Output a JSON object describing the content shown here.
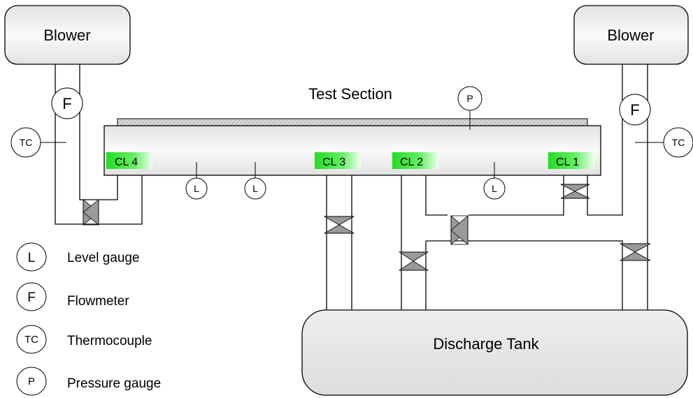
{
  "components": {
    "blower_left": "Blower",
    "blower_right": "Blower",
    "test_section": "Test Section",
    "discharge_tank": "Discharge Tank"
  },
  "instruments": {
    "flowmeter_symbol": "F",
    "thermocouple_symbol": "TC",
    "level_symbol": "L",
    "pressure_symbol": "P"
  },
  "cold_legs": {
    "cl4": "CL 4",
    "cl3": "CL 3",
    "cl2": "CL 2",
    "cl1": "CL 1"
  },
  "legend": [
    {
      "symbol": "L",
      "label": "Level gauge"
    },
    {
      "symbol": "F",
      "label": "Flowmeter"
    },
    {
      "symbol": "TC",
      "label": "Thermocouple"
    },
    {
      "symbol": "P",
      "label": "Pressure gauge"
    }
  ],
  "colors": {
    "cold_leg_green": "#22dd22",
    "vessel_grey": "#e6e6e6",
    "valve_grey": "#9a9a9a"
  }
}
